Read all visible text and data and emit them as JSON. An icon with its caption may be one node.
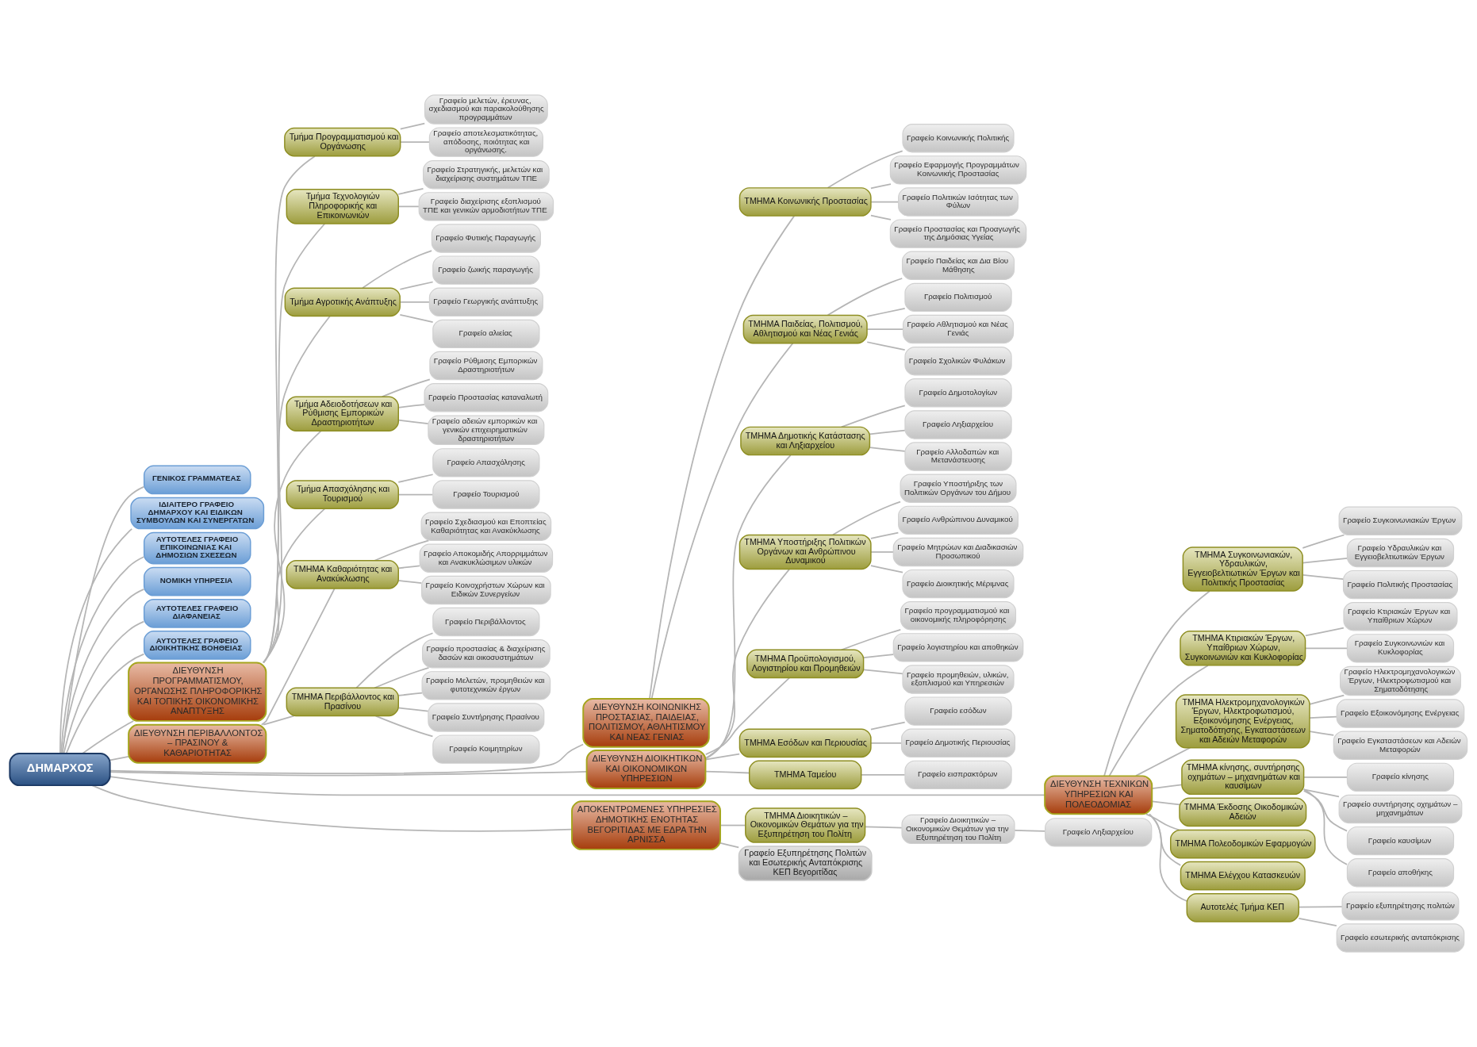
{
  "diagram": {
    "nodes": [
      {
        "text": [
          "ΔΗΜΑΡΧΟΣ"
        ]
      },
      {
        "text": [
          "ΓΕΝΙΚΟΣ ΓΡΑΜΜΑΤΕΑΣ"
        ]
      },
      {
        "text": [
          "ΙΔΙΑΙΤΕΡΟ ΓΡΑΦΕΙΟ ΔΗΜΑΡΧΟΥ ΚΑΙ ΕΙΔΙΚΩΝ ΣΥΜΒΟΥΛΩΝ ΚΑΙ ΣΥΝΕΡΓΑΤΩΝ"
        ]
      },
      {
        "text": [
          "ΑΥΤΟΤΕΛΕΣ ΓΡΑΦΕΙΟ ΕΠΙΚΟΙΝΩΝΙΑΣ ΚΑΙ ΔΗΜΟΣΙΩΝ ΣΧΕΣΕΩΝ"
        ]
      },
      {
        "text": [
          "ΝΟΜΙΚΗ ΥΠΗΡΕΣΙΑ"
        ]
      },
      {
        "text": [
          "ΑΥΤΟΤΕΛΕΣ ΓΡΑΦΕΙΟ ΔΙΑΦΑΝΕΙΑΣ"
        ]
      },
      {
        "text": [
          "ΑΥΤΟΤΕΛΕΣ ΓΡΑΦΕΙΟ ΔΙΟΙΚΗΤΙΚΗΣ ΒΟΗΘΕΙΑΣ"
        ]
      },
      {
        "text": [
          "ΔΙΕΥΘΥΝΣΗ ΠΡΟΓΡΑΜΜΑΤΙΣΜΟΥ, ΟΡΓΑΝΩΣΗΣ ΠΛΗΡΟΦΟΡΙΚΗΣ ΚΑΙ ΤΟΠΙΚΗΣ ΟΙΚΟΝΟΜΙΚΗΣ ΑΝΑΠΤΥΞΗΣ"
        ]
      },
      {
        "text": [
          "Τμήμα Προγραμματισμού και Οργάνωσης"
        ]
      },
      {
        "text": [
          "Γραφείο μελετών, έρευνας, σχεδιασμού και παρακολούθησης προγραμμάτων"
        ]
      },
      {
        "text": [
          "Γραφείο αποτελεσματικότητας, απόδοσης, ποιότητας και οργάνωσης."
        ]
      },
      {
        "text": [
          "Τμήμα Τεχνολογιών Πληροφορικής και Επικοινωνιών"
        ]
      },
      {
        "text": [
          "Γραφείο Στρατηγικής, μελετών και διαχείρισης συστημάτων ΤΠΕ"
        ]
      },
      {
        "text": [
          "Γραφείο διαχείρισης εξοπλισμού ΤΠΕ και γενικών αρμοδιοτήτων ΤΠΕ"
        ]
      },
      {
        "text": [
          "Τμήμα Αγροτικής Ανάπτυξης"
        ]
      },
      {
        "text": [
          "Γραφείο Φυτικής Παραγωγής"
        ]
      },
      {
        "text": [
          "Γραφείο ζωικής παραγωγής"
        ]
      },
      {
        "text": [
          "Γραφείο Γεωργικής ανάπτυξης"
        ]
      },
      {
        "text": [
          "Γραφείο αλιείας"
        ]
      },
      {
        "text": [
          "Τμήμα Αδειοδοτήσεων και Ρύθμισης Εμπορικών Δραστηριοτήτων"
        ]
      },
      {
        "text": [
          "Γραφείο Ρύθμισης Εμπορικών Δραστηριοτήτων"
        ]
      },
      {
        "text": [
          "Γραφείο Προστασίας καταναλωτή"
        ]
      },
      {
        "text": [
          "Γραφείο αδειών εμπορικών και γενικών επιχειρηματικών δραστηριοτήτων"
        ]
      },
      {
        "text": [
          "Τμήμα Απασχόλησης και Τουρισμού"
        ]
      },
      {
        "text": [
          "Γραφείο Απασχόλησης"
        ]
      },
      {
        "text": [
          "Γραφείο Τουρισμού"
        ]
      },
      {
        "text": [
          "ΔΙΕΥΘΥΝΣΗ ΠΕΡΙΒΑΛΛΟΝΤΟΣ – ΠΡΑΣΙΝΟΥ & ΚΑΘΑΡΙΟΤΗΤΑΣ"
        ]
      },
      {
        "text": [
          "ΤΜΗΜΑ Καθαριότητας και Ανακύκλωσης"
        ]
      },
      {
        "text": [
          "Γραφείο Σχεδιασμού και Εποπτείας Καθαριότητας και Ανακύκλωσης"
        ]
      },
      {
        "text": [
          "Γραφείο Αποκομιδής Απορριμμάτων και Ανακυκλώσιμων υλικών"
        ]
      },
      {
        "text": [
          "Γραφείο Κοινοχρήστων Χώρων και Ειδικών Συνεργείων"
        ]
      },
      {
        "text": [
          "ΤΜΗΜΑ Περιβάλλοντος και Πρασίνου"
        ]
      },
      {
        "text": [
          "Γραφείο Περιβάλλοντος"
        ]
      },
      {
        "text": [
          "Γραφείο προστασίας & διαχείρισης δασών και οικοσυστημάτων"
        ]
      },
      {
        "text": [
          "Γραφείο Μελετών, προμηθειών και φυτοτεχνικών έργων"
        ]
      },
      {
        "text": [
          "Γραφείο Συντήρησης Πρασίνου"
        ]
      },
      {
        "text": [
          "Γραφείο Κοιμητηρίων"
        ]
      },
      {
        "text": [
          "ΔΙΕΥΘΥΝΣΗ ΚΟΙΝΩΝΙΚΗΣ ΠΡΟΣΤΑΣΙΑΣ, ΠΑΙΔΕΙΑΣ, ΠΟΛΙΤΙΣΜΟΥ, ΑΘΛΗΤΙΣΜΟΥ ΚΑΙ ΝΕΑΣ ΓΕΝΙΑΣ"
        ]
      },
      {
        "text": [
          "ΤΜΗΜΑ Κοινωνικής Προστασίας"
        ]
      },
      {
        "text": [
          "Γραφείο Κοινωνικής Πολιτικής"
        ]
      },
      {
        "text": [
          "Γραφείο Εφαρμογής Προγραμμάτων Κοινωνικής Προστασίας"
        ]
      },
      {
        "text": [
          "Γραφείο Πολιτικών Ισότητας των Φύλων"
        ]
      },
      {
        "text": [
          "Γραφείο Προστασίας και Προαγωγής της Δημόσιας Υγείας"
        ]
      },
      {
        "text": [
          "ΤΜΗΜΑ Παιδείας, Πολιτισμού, Αθλητισμού και Νέας Γενιάς"
        ]
      },
      {
        "text": [
          "Γραφείο Παιδείας και Δια Βίου Μάθησης"
        ]
      },
      {
        "text": [
          "Γραφείο Πολιτισμού"
        ]
      },
      {
        "text": [
          "Γραφείο Αθλητισμού και Νέας Γενιάς"
        ]
      },
      {
        "text": [
          "Γραφείο Σχολικών Φυλάκων"
        ]
      },
      {
        "text": [
          "ΔΙΕΥΘΥΝΣΗ ΔΙΟΙΚΗΤΙΚΩΝ ΚΑΙ ΟΙΚΟΝΟΜΙΚΩΝ ΥΠΗΡΕΣΙΩΝ"
        ]
      },
      {
        "text": [
          "ΤΜΗΜΑ Δημοτικής Κατάστασης και Ληξιαρχείου"
        ]
      },
      {
        "text": [
          "Γραφείο Δημοτολογίων"
        ]
      },
      {
        "text": [
          "Γραφείο Ληξιαρχείου"
        ]
      },
      {
        "text": [
          "Γραφείο Αλλοδαπών και Μετανάστευσης"
        ]
      },
      {
        "text": [
          "ΤΜΗΜΑ Υποστήριξης Πολιτικών Οργάνων και Ανθρώπινου Δυναμικού"
        ]
      },
      {
        "text": [
          "Γραφείο Υποστήριξης των Πολιτικών Οργάνων του Δήμου"
        ]
      },
      {
        "text": [
          "Γραφείο Ανθρώπινου Δυναμικού"
        ]
      },
      {
        "text": [
          "Γραφείο Μητρώων και Διαδικασιών Προσωπικού"
        ]
      },
      {
        "text": [
          "Γραφείο Διοικητικής Μέριμνας"
        ]
      },
      {
        "text": [
          "ΤΜΗΜΑ Προϋπολογισμού, Λογιστηρίου και Προμηθειών"
        ]
      },
      {
        "text": [
          "Γραφείο προγραμματισμού και οικονομικής πληροφόρησης"
        ]
      },
      {
        "text": [
          "Γραφείο λογιστηρίου και αποθηκών"
        ]
      },
      {
        "text": [
          "Γραφείο προμηθειών, υλικών, εξοπλισμού και Υπηρεσιών"
        ]
      },
      {
        "text": [
          "ΤΜΗΜΑ Εσόδων και Περιουσίας"
        ]
      },
      {
        "text": [
          "Γραφείο εσόδων"
        ]
      },
      {
        "text": [
          "Γραφείο Δημοτικής Περιουσίας"
        ]
      },
      {
        "text": [
          "ΤΜΗΜΑ Ταμείου"
        ]
      },
      {
        "text": [
          "Γραφείο εισπρακτόρων"
        ]
      },
      {
        "text": [
          "ΔΙΕΥΘΥΝΣΗ ΤΕΧΝΙΚΩΝ ΥΠΗΡΕΣΙΩΝ ΚΑΙ ΠΟΛΕΟΔΟΜΙΑΣ"
        ]
      },
      {
        "text": [
          "ΤΜΗΜΑ Συγκοινωνιακών, Υδραυλικών, Εγγειοβελτιωτικών Έργων και Πολιτικής Προστασίας"
        ]
      },
      {
        "text": [
          "Γραφείο Συγκοινωνιακών Έργων"
        ]
      },
      {
        "text": [
          "Γραφείο Υδραυλικών και Εγγειοβελτιωτικών Έργων"
        ]
      },
      {
        "text": [
          "Γραφείο Πολιτικής Προστασίας"
        ]
      },
      {
        "text": [
          "ΤΜΗΜΑ Κτιριακών Έργων, Υπαίθριων Χώρων, Συγκοινωνιών και Κυκλοφορίας"
        ]
      },
      {
        "text": [
          "Γραφείο Κτιριακών Έργων και Υπαίθριων Χώρων"
        ]
      },
      {
        "text": [
          "Γραφείο Συγκοινωνιών και Κυκλοφορίας"
        ]
      },
      {
        "text": [
          "ΤΜΗΜΑ Ηλεκτρομηχανολογικών Έργων, Ηλεκτροφωτισμού, Εξοικονόμησης Ενέργειας, Σηματοδότησης, Εγκαταστάσεων και Αδειών Μεταφορών"
        ]
      },
      {
        "text": [
          "Γραφείο Ηλεκτρομηχανολογικών Έργων, Ηλεκτροφωτισμού και Σηματοδότησης"
        ]
      },
      {
        "text": [
          "Γραφείο Εξοικονόμησης Ενέργειας"
        ]
      },
      {
        "text": [
          "Γραφείο Εγκαταστάσεων και Αδειών Μεταφορών"
        ]
      },
      {
        "text": [
          "ΤΜΗΜΑ κίνησης, συντήρησης οχημάτων – μηχανημάτων και καυσίμων"
        ]
      },
      {
        "text": [
          "Γραφείο κίνησης"
        ]
      },
      {
        "text": [
          "Γραφείο συντήρησης οχημάτων – μηχανημάτων"
        ]
      },
      {
        "text": [
          "Γραφείο καυσίμων"
        ]
      },
      {
        "text": [
          "Γραφείο αποθήκης"
        ]
      },
      {
        "text": [
          "ΤΜΗΜΑ Έκδοσης Οικοδομικών Αδειών"
        ]
      },
      {
        "text": [
          "ΤΜΗΜΑ Πολεοδομικών Εφαρμογών"
        ]
      },
      {
        "text": [
          "ΤΜΗΜΑ Ελέγχου Κατασκευών"
        ]
      },
      {
        "text": [
          "Αυτοτελές Τμήμα ΚΕΠ"
        ]
      },
      {
        "text": [
          "Γραφείο εξυπηρέτησης πολιτών"
        ]
      },
      {
        "text": [
          "Γραφείο εσωτερικής ανταπόκρισης"
        ]
      },
      {
        "text": [
          "ΑΠΟΚΕΝΤΡΩΜΕΝΕΣ ΥΠΗΡΕΣΙΕΣ ΔΗΜΟΤΙΚΗΣ ΕΝΟΤΗΤΑΣ ΒΕΓΟΡΙΤΙΔΑΣ ΜΕ ΕΔΡΑ ΤΗΝ ΑΡΝΙΣΣΑ"
        ]
      },
      {
        "text": [
          "ΤΜΗΜΑ Διοικητικών – Οικονομικών Θεμάτων για την Εξυπηρέτηση του Πολίτη"
        ]
      },
      {
        "text": [
          "Γραφείο Διοικητικών – Οικονομικών Θεμάτων για την Εξυπηρέτηση του Πολίτη"
        ]
      },
      {
        "text": [
          "Γραφείο Ληξιαρχείου"
        ]
      },
      {
        "text": [
          "Γραφείο Εξυπηρέτησης Πολιτών και Εσωτερικής Ανταπόκρισης ΚΕΠ Βεγοριτίδας"
        ]
      }
    ],
    "edges": [
      {
        "from": 0,
        "to": 1,
        "arrow": "none"
      },
      {
        "from": 0,
        "to": 2,
        "arrow": "none"
      },
      {
        "from": 0,
        "to": 3,
        "arrow": "none"
      },
      {
        "from": 0,
        "to": 4,
        "arrow": "none"
      },
      {
        "from": 0,
        "to": 5,
        "arrow": "none"
      },
      {
        "from": 0,
        "to": 6,
        "arrow": "none"
      },
      {
        "from": 0,
        "to": 7,
        "arrow": "none"
      },
      {
        "from": 0,
        "to": 26,
        "arrow": "none"
      },
      {
        "from": 0,
        "to": 37,
        "arrow": "none"
      },
      {
        "from": 0,
        "to": 48,
        "arrow": "none"
      },
      {
        "from": 0,
        "to": 90,
        "arrow": "none"
      },
      {
        "from": 0,
        "to": 67,
        "arrow": "none"
      },
      {
        "from": 7,
        "to": 8,
        "arrow": "none"
      },
      {
        "from": 8,
        "to": 9,
        "arrow": "none"
      },
      {
        "from": 8,
        "to": 10,
        "arrow": "none"
      },
      {
        "from": 7,
        "to": 11,
        "arrow": "none"
      },
      {
        "from": 11,
        "to": 12,
        "arrow": "none"
      },
      {
        "from": 11,
        "to": 13,
        "arrow": "none"
      },
      {
        "from": 7,
        "to": 14,
        "arrow": "none"
      },
      {
        "from": 14,
        "to": 15,
        "arrow": "none"
      },
      {
        "from": 14,
        "to": 16,
        "arrow": "none"
      },
      {
        "from": 14,
        "to": 17,
        "arrow": "none"
      },
      {
        "from": 14,
        "to": 18,
        "arrow": "none"
      },
      {
        "from": 7,
        "to": 19,
        "arrow": "none"
      },
      {
        "from": 19,
        "to": 20,
        "arrow": "none"
      },
      {
        "from": 19,
        "to": 21,
        "arrow": "none"
      },
      {
        "from": 19,
        "to": 22,
        "arrow": "none"
      },
      {
        "from": 7,
        "to": 23,
        "arrow": "none"
      },
      {
        "from": 23,
        "to": 24,
        "arrow": "none"
      },
      {
        "from": 23,
        "to": 25,
        "arrow": "none"
      },
      {
        "from": 26,
        "to": 27,
        "arrow": "none"
      },
      {
        "from": 27,
        "to": 28,
        "arrow": "none"
      },
      {
        "from": 27,
        "to": 29,
        "arrow": "none"
      },
      {
        "from": 27,
        "to": 30,
        "arrow": "none"
      },
      {
        "from": 26,
        "to": 31,
        "arrow": "none"
      },
      {
        "from": 31,
        "to": 32,
        "arrow": "none"
      },
      {
        "from": 31,
        "to": 33,
        "arrow": "none"
      },
      {
        "from": 31,
        "to": 34,
        "arrow": "none"
      },
      {
        "from": 31,
        "to": 35,
        "arrow": "none"
      },
      {
        "from": 31,
        "to": 36,
        "arrow": "none"
      },
      {
        "from": 37,
        "to": 38,
        "arrow": "none"
      },
      {
        "from": 38,
        "to": 39,
        "arrow": "none"
      },
      {
        "from": 38,
        "to": 40,
        "arrow": "none"
      },
      {
        "from": 38,
        "to": 41,
        "arrow": "none"
      },
      {
        "from": 38,
        "to": 42,
        "arrow": "none"
      },
      {
        "from": 37,
        "to": 43,
        "arrow": "none"
      },
      {
        "from": 43,
        "to": 44,
        "arrow": "none"
      },
      {
        "from": 43,
        "to": 45,
        "arrow": "none"
      },
      {
        "from": 43,
        "to": 46,
        "arrow": "none"
      },
      {
        "from": 43,
        "to": 47,
        "arrow": "none"
      },
      {
        "from": 48,
        "to": 49,
        "arrow": "none"
      },
      {
        "from": 49,
        "to": 50,
        "arrow": "none"
      },
      {
        "from": 49,
        "to": 51,
        "arrow": "none"
      },
      {
        "from": 49,
        "to": 52,
        "arrow": "none"
      },
      {
        "from": 48,
        "to": 53,
        "arrow": "none"
      },
      {
        "from": 53,
        "to": 54,
        "arrow": "none"
      },
      {
        "from": 53,
        "to": 55,
        "arrow": "none"
      },
      {
        "from": 53,
        "to": 56,
        "arrow": "none"
      },
      {
        "from": 53,
        "to": 57,
        "arrow": "none"
      },
      {
        "from": 48,
        "to": 58,
        "arrow": "none"
      },
      {
        "from": 58,
        "to": 59,
        "arrow": "none"
      },
      {
        "from": 58,
        "to": 60,
        "arrow": "none"
      },
      {
        "from": 58,
        "to": 61,
        "arrow": "none"
      },
      {
        "from": 48,
        "to": 62,
        "arrow": "none"
      },
      {
        "from": 62,
        "to": 63,
        "arrow": "none"
      },
      {
        "from": 62,
        "to": 64,
        "arrow": "none"
      },
      {
        "from": 48,
        "to": 65,
        "arrow": "none"
      },
      {
        "from": 65,
        "to": 66,
        "arrow": "none"
      },
      {
        "from": 90,
        "to": 91,
        "arrow": "none"
      },
      {
        "from": 91,
        "to": 92,
        "arrow": "none"
      },
      {
        "from": 92,
        "to": 93,
        "arrow": "none"
      },
      {
        "from": 90,
        "to": 94,
        "arrow": "none"
      },
      {
        "from": 67,
        "to": 68,
        "arrow": "none"
      },
      {
        "from": 68,
        "to": 69,
        "arrow": "none"
      },
      {
        "from": 68,
        "to": 70,
        "arrow": "none"
      },
      {
        "from": 68,
        "to": 71,
        "arrow": "none"
      },
      {
        "from": 67,
        "to": 72,
        "arrow": "none"
      },
      {
        "from": 72,
        "to": 73,
        "arrow": "none"
      },
      {
        "from": 72,
        "to": 74,
        "arrow": "none"
      },
      {
        "from": 67,
        "to": 75,
        "arrow": "none"
      },
      {
        "from": 75,
        "to": 76,
        "arrow": "none"
      },
      {
        "from": 75,
        "to": 77,
        "arrow": "none"
      },
      {
        "from": 75,
        "to": 78,
        "arrow": "none"
      },
      {
        "from": 67,
        "to": 79,
        "arrow": "none"
      },
      {
        "from": 79,
        "to": 80,
        "arrow": "none"
      },
      {
        "from": 79,
        "to": 81,
        "arrow": "none"
      },
      {
        "from": 79,
        "to": 82,
        "arrow": "none"
      },
      {
        "from": 79,
        "to": 83,
        "arrow": "none"
      },
      {
        "from": 67,
        "to": 84,
        "arrow": "none"
      },
      {
        "from": 67,
        "to": 85,
        "arrow": "none"
      },
      {
        "from": 67,
        "to": 86,
        "arrow": "none"
      },
      {
        "from": 67,
        "to": 87,
        "arrow": "none"
      },
      {
        "from": 87,
        "to": 88,
        "arrow": "none"
      },
      {
        "from": 87,
        "to": 89,
        "arrow": "none"
      }
    ]
  }
}
